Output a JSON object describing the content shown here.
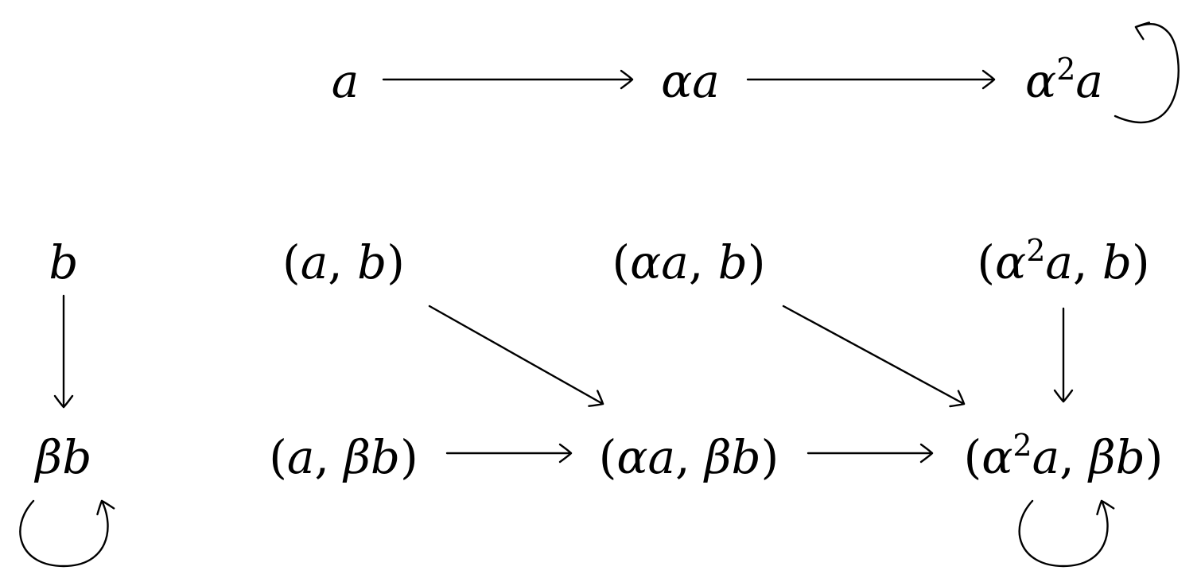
{
  "diagram": {
    "nodes": [
      {
        "id": "a",
        "parts": [
          {
            "t": "a"
          }
        ]
      },
      {
        "id": "alpha_a",
        "parts": [
          {
            "t": "αa"
          }
        ]
      },
      {
        "id": "alpha2_a",
        "parts": [
          {
            "t": "α"
          },
          {
            "t": "2",
            "sup": true
          },
          {
            "t": "a"
          }
        ]
      },
      {
        "id": "b",
        "parts": [
          {
            "t": "b"
          }
        ]
      },
      {
        "id": "beta_b",
        "parts": [
          {
            "t": "βb"
          }
        ]
      },
      {
        "id": "a_b",
        "parts": [
          {
            "t": "(",
            "up": true
          },
          {
            "t": "a"
          },
          {
            "t": ", ",
            "up": true
          },
          {
            "t": "b"
          },
          {
            "t": ")",
            "up": true
          }
        ]
      },
      {
        "id": "alpha_a_b",
        "parts": [
          {
            "t": "(",
            "up": true
          },
          {
            "t": "αa"
          },
          {
            "t": ", ",
            "up": true
          },
          {
            "t": "b"
          },
          {
            "t": ")",
            "up": true
          }
        ]
      },
      {
        "id": "alpha2_a_b",
        "parts": [
          {
            "t": "(",
            "up": true
          },
          {
            "t": "α"
          },
          {
            "t": "2",
            "sup": true
          },
          {
            "t": "a"
          },
          {
            "t": ", ",
            "up": true
          },
          {
            "t": "b"
          },
          {
            "t": ")",
            "up": true
          }
        ]
      },
      {
        "id": "a_beta_b",
        "parts": [
          {
            "t": "(",
            "up": true
          },
          {
            "t": "a"
          },
          {
            "t": ", ",
            "up": true
          },
          {
            "t": "βb"
          },
          {
            "t": ")",
            "up": true
          }
        ]
      },
      {
        "id": "alpha_a_beta_b",
        "parts": [
          {
            "t": "(",
            "up": true
          },
          {
            "t": "αa"
          },
          {
            "t": ", ",
            "up": true
          },
          {
            "t": "βb"
          },
          {
            "t": ")",
            "up": true
          }
        ]
      },
      {
        "id": "alpha2_a_beta_b",
        "parts": [
          {
            "t": "(",
            "up": true
          },
          {
            "t": "α"
          },
          {
            "t": "2",
            "sup": true
          },
          {
            "t": "a"
          },
          {
            "t": ", ",
            "up": true
          },
          {
            "t": "βb"
          },
          {
            "t": ")",
            "up": true
          }
        ]
      }
    ],
    "edges": [
      {
        "from": "a",
        "to": "alpha_a"
      },
      {
        "from": "alpha_a",
        "to": "alpha2_a"
      },
      {
        "from": "alpha2_a",
        "to": "alpha2_a",
        "loop": true
      },
      {
        "from": "b",
        "to": "beta_b"
      },
      {
        "from": "beta_b",
        "to": "beta_b",
        "loop": true
      },
      {
        "from": "a_b",
        "to": "alpha_a_beta_b"
      },
      {
        "from": "alpha_a_b",
        "to": "alpha2_a_beta_b"
      },
      {
        "from": "alpha2_a_b",
        "to": "alpha2_a_beta_b"
      },
      {
        "from": "a_beta_b",
        "to": "alpha_a_beta_b"
      },
      {
        "from": "alpha_a_beta_b",
        "to": "alpha2_a_beta_b"
      },
      {
        "from": "alpha2_a_beta_b",
        "to": "alpha2_a_beta_b",
        "loop": true
      }
    ]
  }
}
